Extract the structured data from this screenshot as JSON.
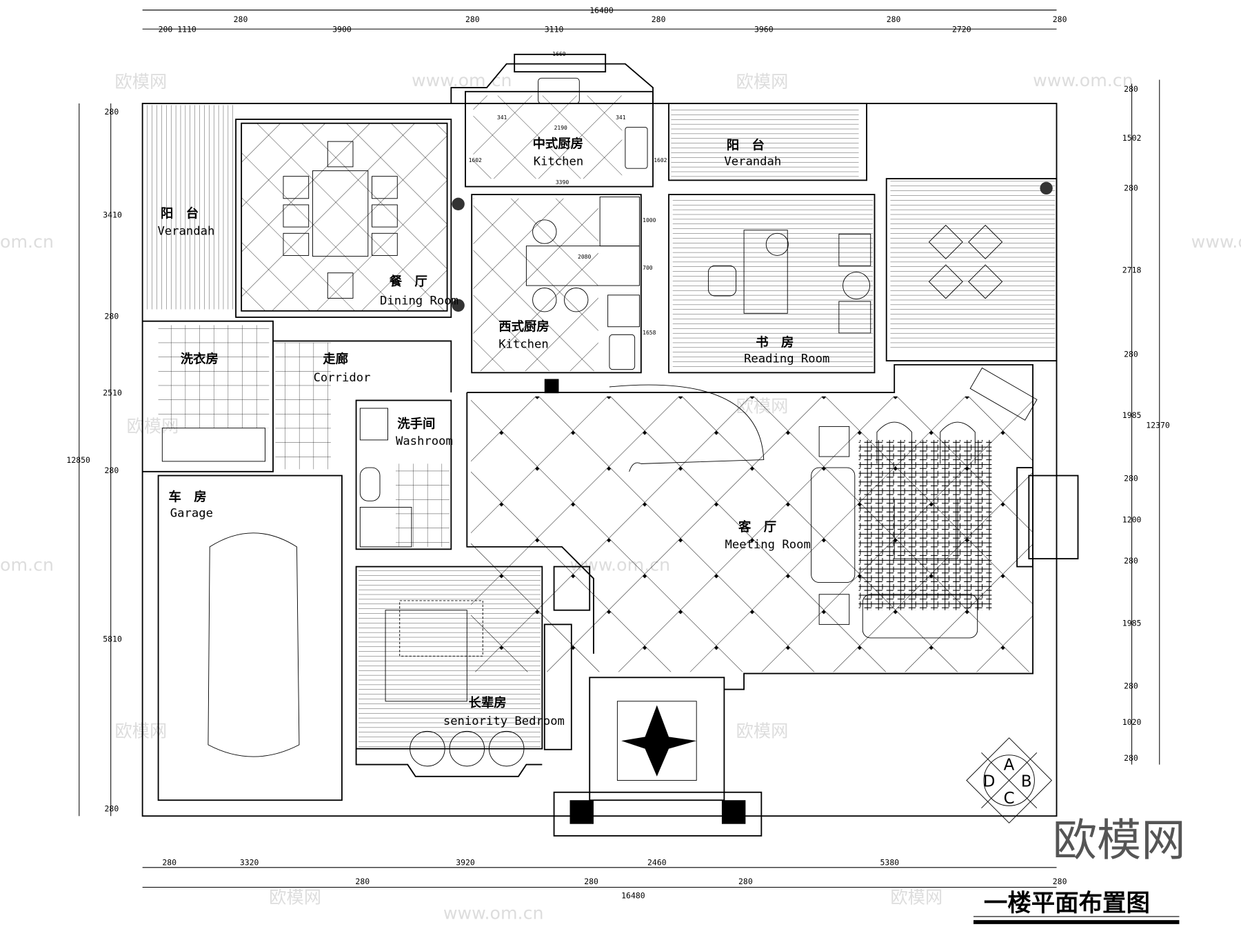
{
  "title": "一楼平面布置图",
  "watermark": {
    "logo": "欧模网",
    "url": "www.om.cn",
    "short": "om.cn"
  },
  "compass": [
    "A",
    "B",
    "C",
    "D"
  ],
  "rooms": {
    "dining": {
      "cn": "餐　厅",
      "en": "Dining Room"
    },
    "verandah_left": {
      "cn": "阳　台",
      "en": "Verandah"
    },
    "chinese_kitchen": {
      "cn": "中式厨房",
      "en": "Kitchen"
    },
    "western_kitchen": {
      "cn": "西式厨房",
      "en": "Kitchen"
    },
    "verandah_top": {
      "cn": "阳　台",
      "en": "Verandah"
    },
    "reading": {
      "cn": "书　房",
      "en": "Reading Room"
    },
    "laundry": {
      "cn": "洗衣房"
    },
    "corridor": {
      "cn": "走廊",
      "en": "Corridor"
    },
    "washroom": {
      "cn": "洗手间",
      "en": "Washroom"
    },
    "meeting": {
      "cn": "客　厅",
      "en": "Meeting Room"
    },
    "garage": {
      "cn": "车　房",
      "en": "Garage"
    },
    "bedroom": {
      "cn": "长辈房",
      "en": "seniority Bedroom"
    }
  },
  "dimensions": {
    "top_total": "16480",
    "top": [
      "200 1110",
      "280",
      "3900",
      "280",
      "3110",
      "280",
      "3960",
      "280",
      "2720",
      "280"
    ],
    "right_total": "12370",
    "right": [
      "280",
      "1502",
      "280",
      "2718",
      "280",
      "1985",
      "280",
      "1200",
      "280",
      "1985",
      "280",
      "1020",
      "280"
    ],
    "left_total": "12850",
    "left": [
      "280",
      "3410",
      "280",
      "2510",
      "280",
      "5810",
      "280"
    ],
    "bottom_total": "16480",
    "bottom": [
      "280",
      "3320",
      "3920",
      "2460",
      "5380"
    ],
    "bottom2": [
      "280",
      "280",
      "280",
      "280"
    ],
    "kitchen": [
      "1660",
      "341",
      "341",
      "2190",
      "3390",
      "1602",
      "1602",
      "1000",
      "2080",
      "700",
      "1658"
    ]
  }
}
